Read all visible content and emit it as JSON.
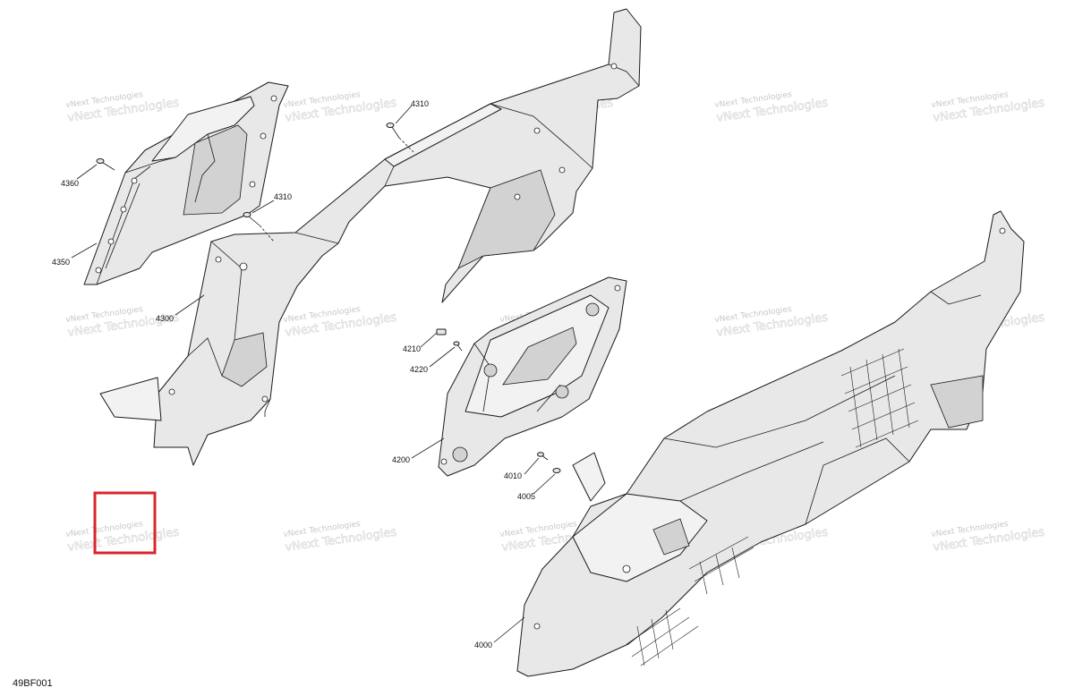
{
  "diagram": {
    "reference_code": "49BF001",
    "watermark": "vNext Technologies",
    "highlight_color": "#d9262b",
    "callouts": {
      "c4360": "4360",
      "c4350": "4350",
      "c4310a": "4310",
      "c4310b": "4310",
      "c4300": "4300",
      "c4210": "4210",
      "c4220": "4220",
      "c4200": "4200",
      "c4010": "4010",
      "c4005": "4005",
      "c4000": "4000"
    }
  }
}
